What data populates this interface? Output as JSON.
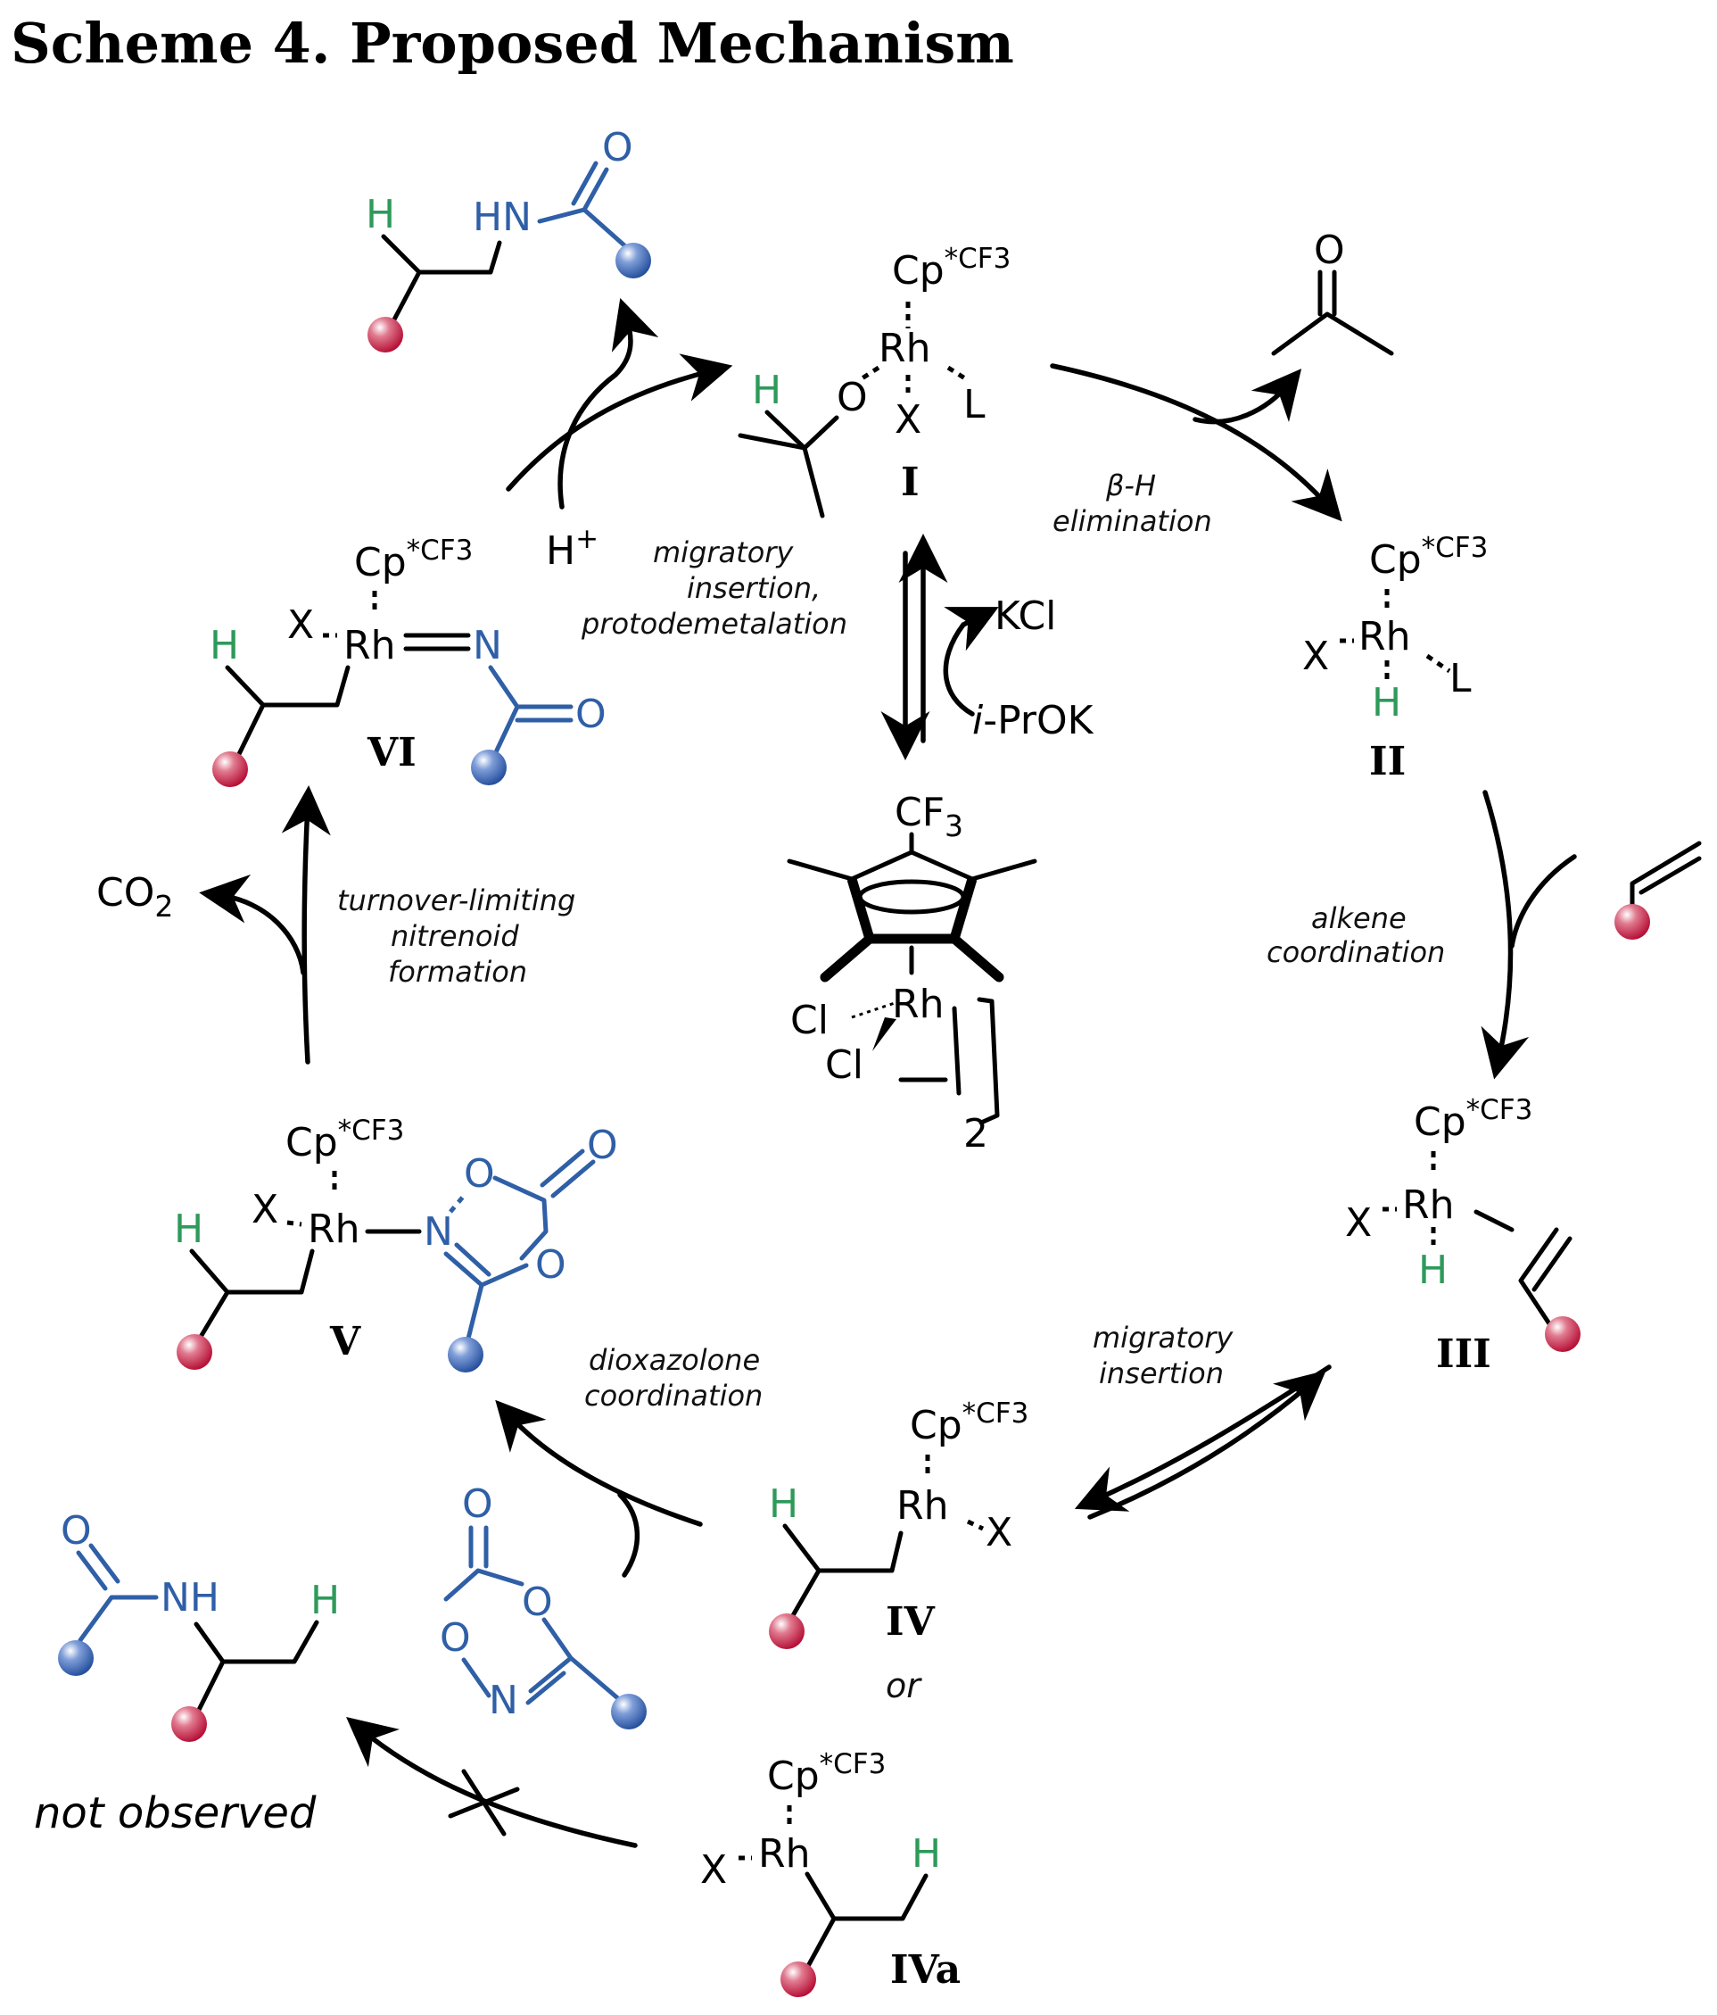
{
  "title": "Scheme 4. Proposed Mechanism",
  "ligand": {
    "cp": "Cp",
    "cp_sup": "*CF3"
  },
  "atoms": {
    "rh": "Rh",
    "x": "X",
    "l": "L",
    "h": "H",
    "o": "O",
    "n": "N",
    "hn": "HN",
    "nh": "NH",
    "cl": "Cl",
    "cf3": "CF",
    "cf3_sub": "3",
    "dimer": "2"
  },
  "complex_labels": {
    "I": "I",
    "II": "II",
    "III": "III",
    "IV": "IV",
    "IVa": "IVa",
    "V": "V",
    "VI": "VI"
  },
  "step_labels": {
    "beta_h_1": "β-H",
    "beta_h_2": "elimination",
    "alkene_1": "alkene",
    "alkene_2": "coordination",
    "mig_ins_1": "migratory",
    "mig_ins_2": "insertion",
    "diox_1": "dioxazolone",
    "diox_2": "coordination",
    "turnover_1": "turnover-limiting",
    "turnover_2": "nitrenoid",
    "turnover_3": "formation",
    "proto_1": "migratory",
    "proto_2": "insertion,",
    "proto_3": "protodemetalation"
  },
  "reagents": {
    "h_plus": "H",
    "h_plus_sup": "+",
    "kcl": "KCl",
    "iprok_i": "i",
    "iprok_rest": "-PrOK",
    "co2": "CO",
    "co2_sub": "2",
    "or": "or",
    "not_observed": "not observed"
  },
  "colors": {
    "blue": "#2f5fa6",
    "green": "#2e9a5a",
    "red_sphere": "#c8143c",
    "blue_sphere": "#3760b0"
  }
}
